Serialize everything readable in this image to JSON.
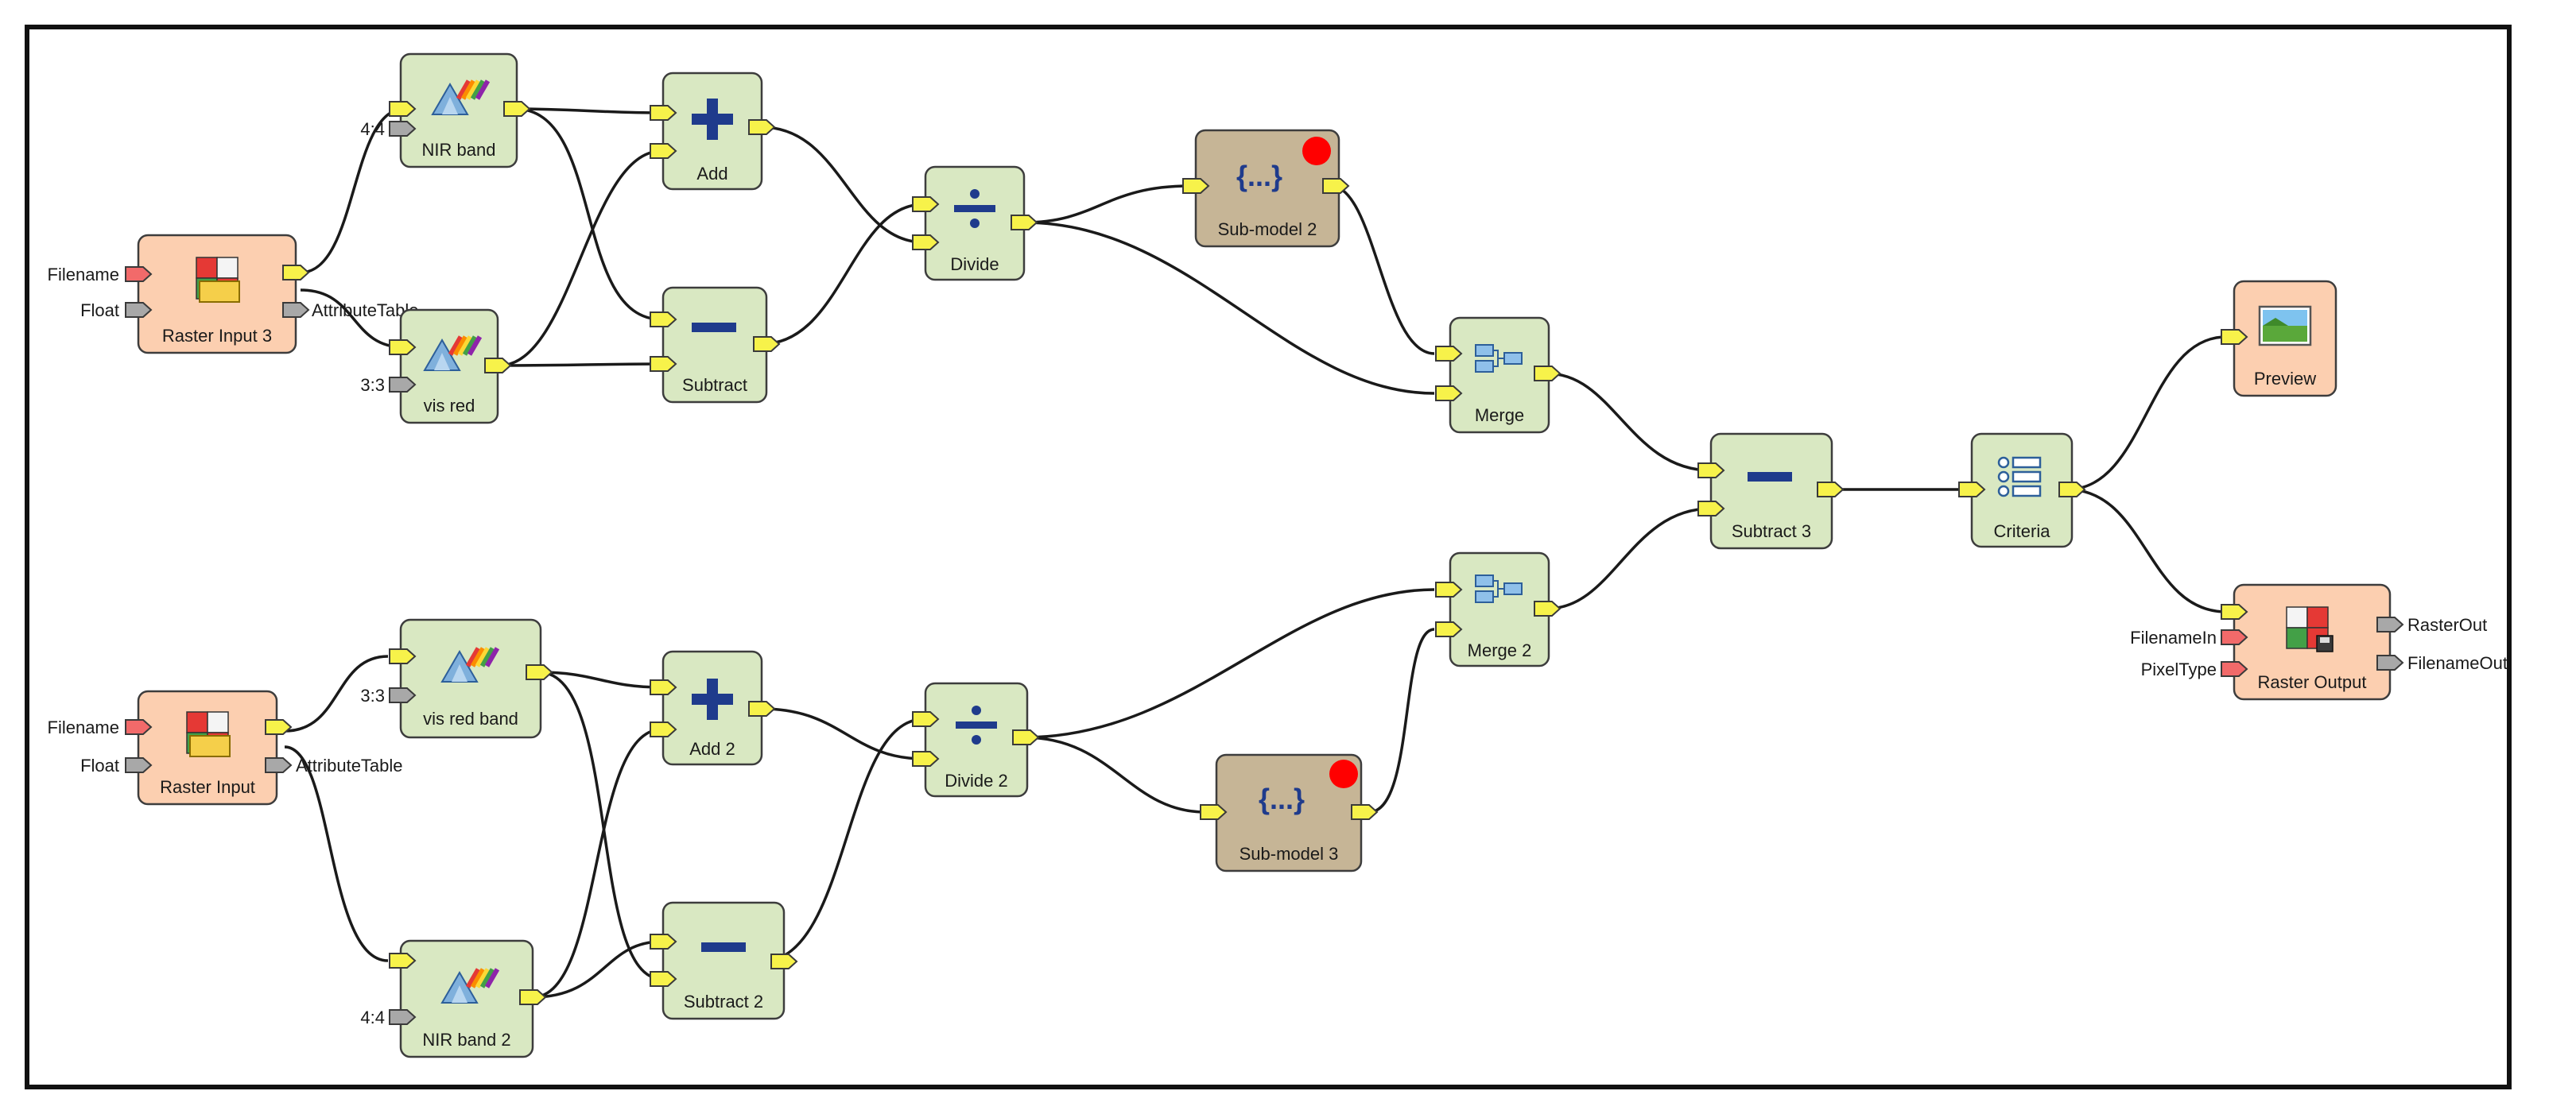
{
  "diagram": {
    "nodes": {
      "raster_input_3": {
        "label": "Raster Input 3",
        "ports": {
          "filename": "Filename",
          "float": "Float",
          "attribute_table": "AttributeTable"
        }
      },
      "raster_input": {
        "label": "Raster Input",
        "ports": {
          "filename": "Filename",
          "float": "Float",
          "attribute_table": "AttributeTable"
        }
      },
      "nir_band": {
        "label": "NIR band",
        "port_value": "4:4"
      },
      "vis_red": {
        "label": "vis red",
        "port_value": "3:3"
      },
      "vis_red_band": {
        "label": "vis red band",
        "port_value": "3:3"
      },
      "nir_band_2": {
        "label": "NIR band 2",
        "port_value": "4:4"
      },
      "add": {
        "label": "Add"
      },
      "subtract": {
        "label": "Subtract"
      },
      "add_2": {
        "label": "Add 2"
      },
      "subtract_2": {
        "label": "Subtract 2"
      },
      "divide": {
        "label": "Divide"
      },
      "divide_2": {
        "label": "Divide 2"
      },
      "sub_model_2": {
        "label": "Sub-model 2"
      },
      "sub_model_3": {
        "label": "Sub-model 3"
      },
      "merge": {
        "label": "Merge"
      },
      "merge_2": {
        "label": "Merge 2"
      },
      "subtract_3": {
        "label": "Subtract 3"
      },
      "criteria": {
        "label": "Criteria"
      },
      "preview": {
        "label": "Preview"
      },
      "raster_output": {
        "label": "Raster Output",
        "ports": {
          "filename_in": "FilenameIn",
          "pixel_type": "PixelType",
          "raster_out": "RasterOut",
          "filename_out": "FilenameOut"
        }
      }
    },
    "submodel_glyph": "{...}",
    "colors": {
      "operator_node": "#d9e8c2",
      "io_node": "#fccfb0",
      "submodel_node": "#c6b596",
      "port_data": "#f7f24a",
      "port_required": "#f26a6a",
      "port_optional": "#a8a8a8",
      "status_dot": "#ff0000",
      "operator_icon": "#1f3b8c"
    },
    "icons": {
      "raster_input": "raster-input-icon",
      "band_select": "prism-rainbow-icon",
      "add": "plus-icon",
      "subtract": "minus-icon",
      "divide": "divide-icon",
      "merge": "merge-icon",
      "criteria": "criteria-list-icon",
      "preview": "landscape-preview-icon",
      "raster_output": "raster-output-icon"
    }
  }
}
